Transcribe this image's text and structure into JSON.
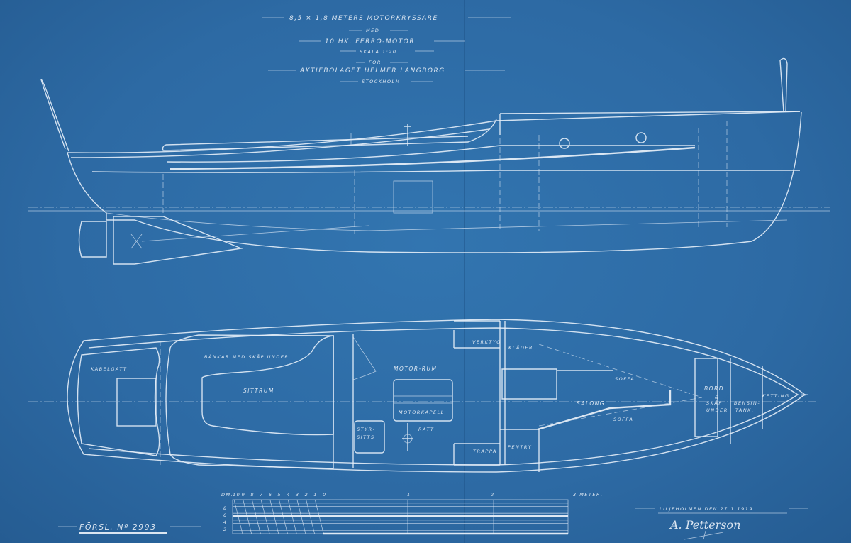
{
  "title_block": {
    "line1": "8,5 × 1,8 METERS  MOTORKRYSSARE",
    "line2": "MED",
    "line3": "10 HK. FERRO-MOTOR",
    "line4": "SKALA 1:20",
    "line5": "FÖR",
    "line6": "AKTIEBOLAGET HELMER LANGBORG",
    "line7": "STOCKHOLM"
  },
  "plan_labels": {
    "kabelgatt": "KABELGATT",
    "bankar": "BÄNKAR MED SKÅP UNDER",
    "sittrum": "SITTRUM",
    "motor_rum": "MOTOR-RUM",
    "motorkapell": "MOTORKAPELL",
    "styr": "STYR-",
    "sitts": "SITTS",
    "ratt": "RATT",
    "verktyg": "VERKTYG",
    "klader": "KLÄDER",
    "soffa_top": "SOFFA",
    "salong": "SALONG",
    "soffa_bottom": "SOFFA",
    "bord": "BORD",
    "skap_amp": "&",
    "skap": "SKÅP",
    "under": "UNDER",
    "bensin": "BENSIN-",
    "tank": "TANK.",
    "ketting": "KETTING",
    "trappa": "TRAPPA",
    "pentry": "PENTRY"
  },
  "scale_bar": {
    "unit_left": "DM.",
    "dm_ticks": [
      "10",
      "9",
      "8",
      "7",
      "6",
      "5",
      "4",
      "3",
      "2",
      "1",
      "0"
    ],
    "meter_ticks": [
      "1",
      "2"
    ],
    "end_label": "3 METER.",
    "side_ticks": [
      "8",
      "6",
      "4",
      "2"
    ]
  },
  "drawing_number": "FÖRSL. Nº 2993",
  "place_date": "LILJEHOLMEN DEN 27.1.1919",
  "signature": "A. Petterson"
}
